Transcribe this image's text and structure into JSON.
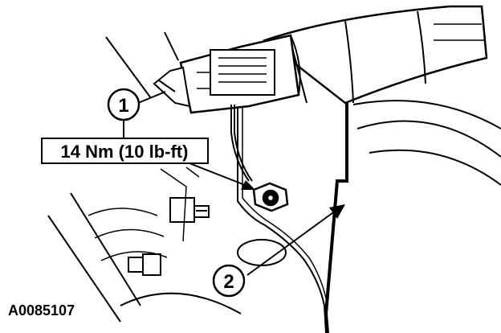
{
  "callouts": {
    "item1": "1",
    "item2": "2"
  },
  "torque_spec": "14 Nm (10 lb-ft)",
  "figure_id": "A0085107"
}
